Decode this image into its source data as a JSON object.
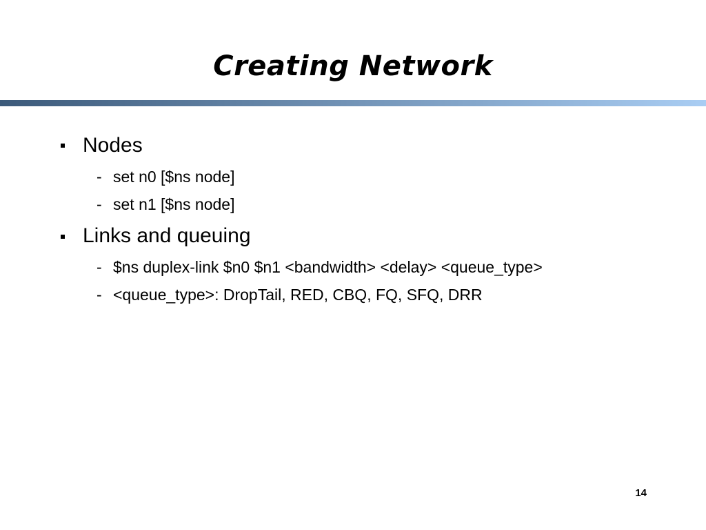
{
  "slide": {
    "title": "Creating Network",
    "page_number": "14",
    "colors": {
      "rule_dark": "#3c5a7a",
      "rule_light": "#a9cdf3",
      "text": "#000000",
      "background": "#ffffff"
    }
  },
  "bullets": [
    {
      "text": "Nodes",
      "sub": [
        {
          "marker": "-",
          "text": "set n0 [$ns node]"
        },
        {
          "marker": "-",
          "text": "set n1 [$ns node]"
        }
      ]
    },
    {
      "text": "Links and queuing",
      "sub": [
        {
          "marker": "-",
          "text": "$ns duplex-link $n0 $n1 <bandwidth> <delay> <queue_type>"
        },
        {
          "marker": "-",
          "text": "<queue_type>: DropTail, RED, CBQ, FQ, SFQ, DRR"
        }
      ]
    }
  ]
}
